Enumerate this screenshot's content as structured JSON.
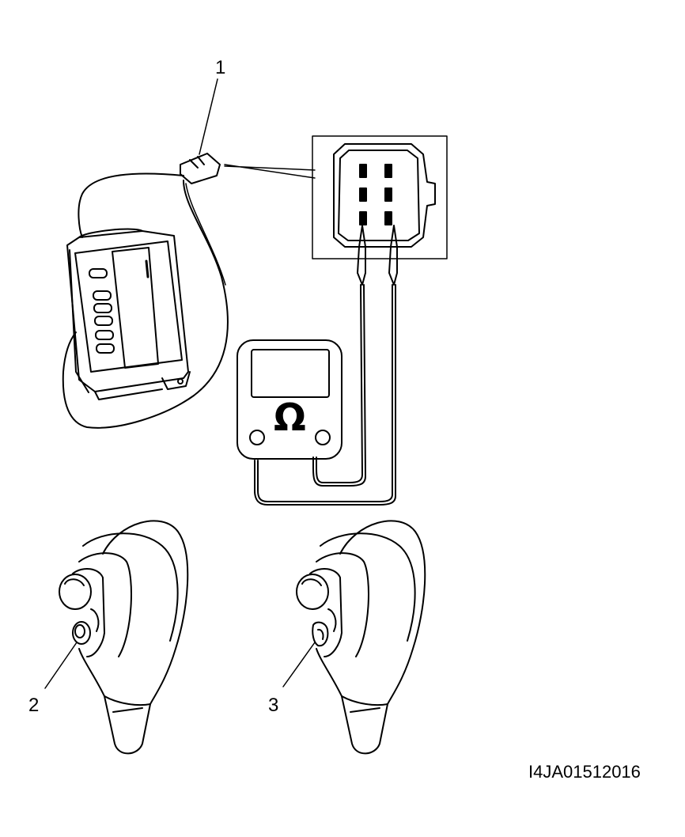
{
  "callouts": {
    "c1": "1",
    "c2": "2",
    "c3": "3"
  },
  "meter": {
    "symbol": "Ω"
  },
  "figure_id": "I4JA01512016",
  "colors": {
    "ink": "#000000",
    "background": "#ffffff"
  }
}
